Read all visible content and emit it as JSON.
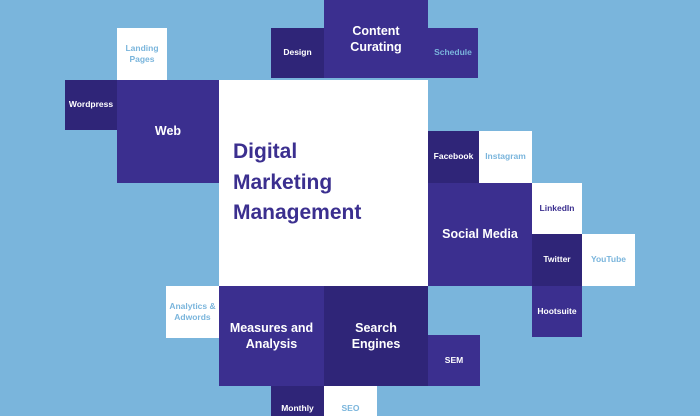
{
  "central_title": "Digital\nMarketing\nManagement",
  "colors": {
    "background": "#7ab5dc",
    "tile_dark": "#3b2f8f",
    "tile_darker": "#2f2578",
    "tile_light": "#ffffff",
    "accent_text": "#7ab5dc"
  },
  "tiles": {
    "content_curating": "Content\nCurating",
    "design": "Design",
    "schedule": "Schedule",
    "landing_pages": "Landing\nPages",
    "wordpress": "Wordpress",
    "web": "Web",
    "facebook": "Facebook",
    "instagram": "Instagram",
    "linkedin": "LinkedIn",
    "social_media": "Social Media",
    "twitter": "Twitter",
    "youtube": "YouTube",
    "hootsuite": "Hootsuite",
    "analytics_adwords": "Analytics &\nAdwords",
    "measures_analysis": "Measures and\nAnalysis",
    "search_engines": "Search\nEngines",
    "sem": "SEM",
    "monthly": "Monthly",
    "seo": "SEO"
  }
}
